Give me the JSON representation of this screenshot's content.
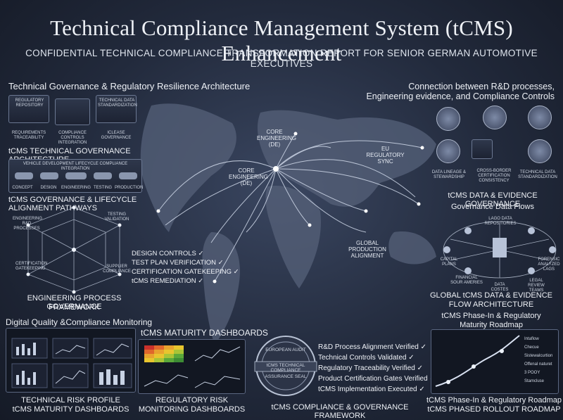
{
  "title": "Technical Compliance Management System (tCMS) Enhancement",
  "subtitle": "CONFIDENTIAL TECHNICAL COMPLIANCE TRANSFORMATION REPORT FOR SENIOR GERMAN AUTOMOTIVE EXECUTIVES",
  "left": {
    "arch_heading": "Technical Governance & Regulatory Resilience Architecture",
    "boxes": [
      "REGULATORY REPOSITORY",
      "TECHNICAL DATA STANDARDIZATION"
    ],
    "box_labels": [
      "REQUIREMENTS TRACEABILITY",
      "COMPLIANCE CONTROLS INTEGRATION",
      "ICLEASE GOVERNANCE"
    ],
    "arch_caption": "tCMS TECHNICAL GOVERNANCE ARCHITECTURE",
    "lifecycle_title": "VEHICLE DEVELOPMENT LIFECYCLE COMPLIANCE INTEGRATION",
    "lifecycle_steps": [
      "CONCEPT",
      "DESIGN",
      "ENGINEERING",
      "TESTING",
      "PRODUCTION"
    ],
    "lifecycle_caption": "tCMS GOVERNANCE & LIFECYCLE ALIGNMENT PATHWAYS",
    "cube_labels": [
      "ENGINEERING R&D PROCESSES",
      "TESTING VALIDATION",
      "CERTIFICATION GATEKEEPING",
      "SUPPLIER COMPLIANCE"
    ],
    "cube_caption_1": "ENGINEERING PROCESS GOVERNANCE",
    "cube_caption_2": "FRAMEWORK"
  },
  "map": {
    "labels": [
      "CORE ENGINEERING (DE)",
      "CORE ENGINEERING (DE)",
      "EU REGULATORY SYNC",
      "GLOBAL PRODUCTION ALIGNMENT"
    ],
    "checklist": [
      "DESIGN CONTROLS ✓",
      "TEST PLAN VERIFICATION ✓",
      "CERTIFICATION GATEKEEPING ✓",
      "tCMS REMEDIATION ✓"
    ]
  },
  "right": {
    "connection_heading_1": "Connection between R&D processes,",
    "connection_heading_2": "Engineering evidence, and Compliance Controls",
    "flow_labels": [
      "DATA LINEAGE & STEWARDSHIP",
      "CROSS-BORDER CERTIFICATION CONSISTENCY",
      "TECHNICAL DATA STANDARDIZATION"
    ],
    "governance_caption": "tCMS DATA & EVIDENCE GOVERNANCE",
    "governance_subcaption": "Governance Data Flows",
    "network_labels": [
      "LAGO DATA REPOSITORIES",
      "CAPITAL PLANS",
      "FORENSIC ANALYZED LAGS",
      "FINANCIAL SOUR AMERIES",
      "DATA COSTES",
      "LEGAL REVIEW TEAMS"
    ],
    "global_caption_1": "GLOBAL tCMS DATA & EVIDENCE",
    "global_caption_2": "FLOW ARCHITECTURE",
    "phase_caption_1": "tCMS Phase-In & Regulatory",
    "phase_caption_2": "Maturity Roadmap"
  },
  "bottom": {
    "digital_heading": "Digital Quality &Compliance Monitoring",
    "maturity_heading": "tCMS MATURITY DASHBOARDS",
    "risk_caption_1": "TECHNICAL RISK PROFILE",
    "risk_caption_2": "tCMS MATURITY DASHBOARDS",
    "reg_caption_1": "REGULATORY RISK",
    "reg_caption_2": "MONITORING DASHBOARDS",
    "seal_text_1": "EUROPEAN AUDIT",
    "seal_text_2": "tCMS TECHNICAL COMPLIANCE",
    "seal_text_3": "ASSURANCE SEAL",
    "verified": [
      "R&D Process Alignment Verified ✓",
      "Technical Controls Validated ✓",
      "Regulatory Traceability Verified ✓",
      "Product Certification Gates Verified ✓",
      "tCMS Implementation Executed ✓"
    ],
    "framework_caption": "tCMS COMPLIANCE & GOVERNANCE FRAMEWORK",
    "roadmap_caption_1": "tCMS Phase-In & Regulatory Roadmap",
    "roadmap_caption_2": "tCMS PHASED ROLLOUT ROADMAP",
    "roadmap_items": [
      "Intaflow",
      "Checue",
      "Sistewalcurtion",
      "Offenal naturet",
      "3 POOY",
      "Stamcluse"
    ]
  }
}
